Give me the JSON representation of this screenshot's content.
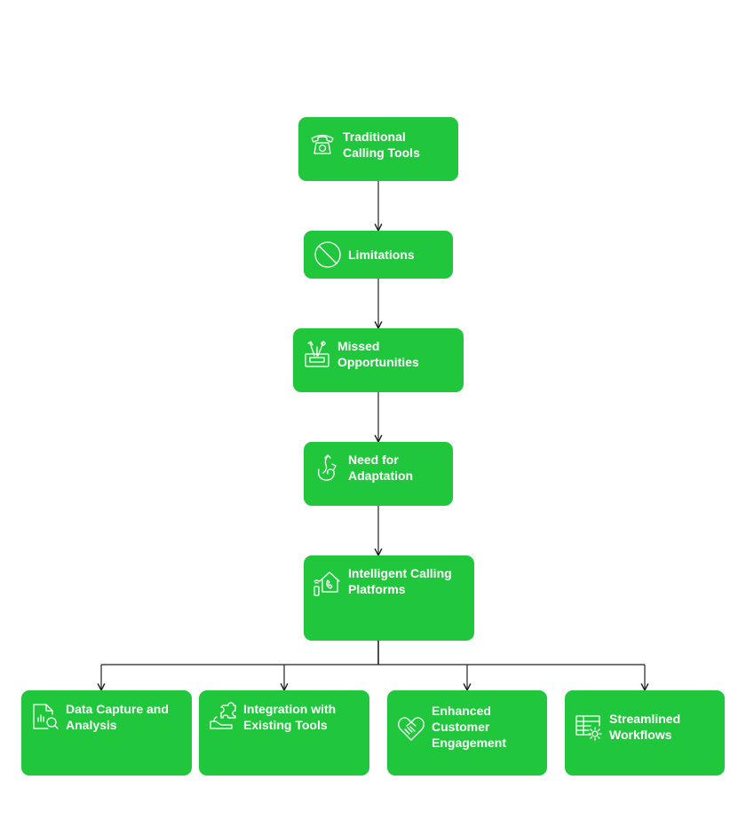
{
  "colors": {
    "node_fill": "#20c73c",
    "node_text": "#ffffff",
    "connector": "#222222"
  },
  "nodes": {
    "traditional": {
      "label": "Traditional\nCalling Tools",
      "icon": "telephone-icon"
    },
    "limitations": {
      "label": "Limitations",
      "icon": "prohibited-icon"
    },
    "missed": {
      "label": "Missed\nOpportunities",
      "icon": "tools-box-icon"
    },
    "need": {
      "label": "Need for\nAdaptation",
      "icon": "adaptation-arrows-icon"
    },
    "intelligent": {
      "label": "Intelligent Calling\nPlatforms",
      "icon": "smart-home-phone-icon"
    },
    "data_capture": {
      "label": "Data Capture and\nAnalysis",
      "icon": "document-analysis-icon"
    },
    "integration": {
      "label": "Integration with\nExisting Tools",
      "icon": "puzzle-hand-icon"
    },
    "engagement": {
      "label": "Enhanced\nCustomer\nEngagement",
      "icon": "handshake-heart-icon"
    },
    "workflows": {
      "label": "Streamlined\nWorkflows",
      "icon": "table-gear-icon"
    }
  }
}
